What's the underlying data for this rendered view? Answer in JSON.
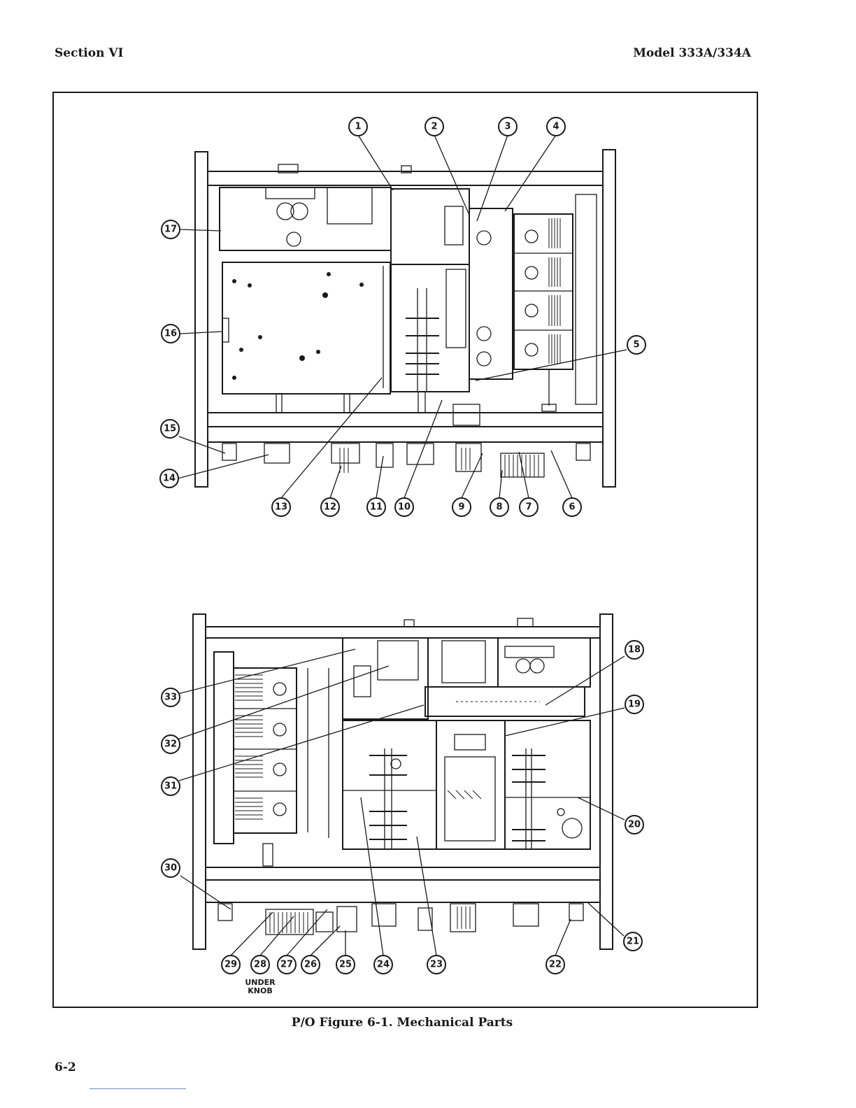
{
  "header": {
    "left": "Section VI",
    "right": "Model 333A/334A"
  },
  "figure": {
    "caption": "P/O Figure 6-1.  Mechanical Parts",
    "under_knob_line1": "UNDER",
    "under_knob_line2": "KNOB",
    "callouts_top": [
      "1",
      "2",
      "3",
      "4",
      "5",
      "6",
      "7",
      "8",
      "9",
      "10",
      "11",
      "12",
      "13",
      "14",
      "15",
      "16",
      "17"
    ],
    "callouts_bottom": [
      "18",
      "19",
      "20",
      "21",
      "22",
      "23",
      "24",
      "25",
      "26",
      "27",
      "28",
      "29",
      "30",
      "31",
      "32",
      "33"
    ]
  },
  "footer": {
    "page_number": "6-2"
  }
}
